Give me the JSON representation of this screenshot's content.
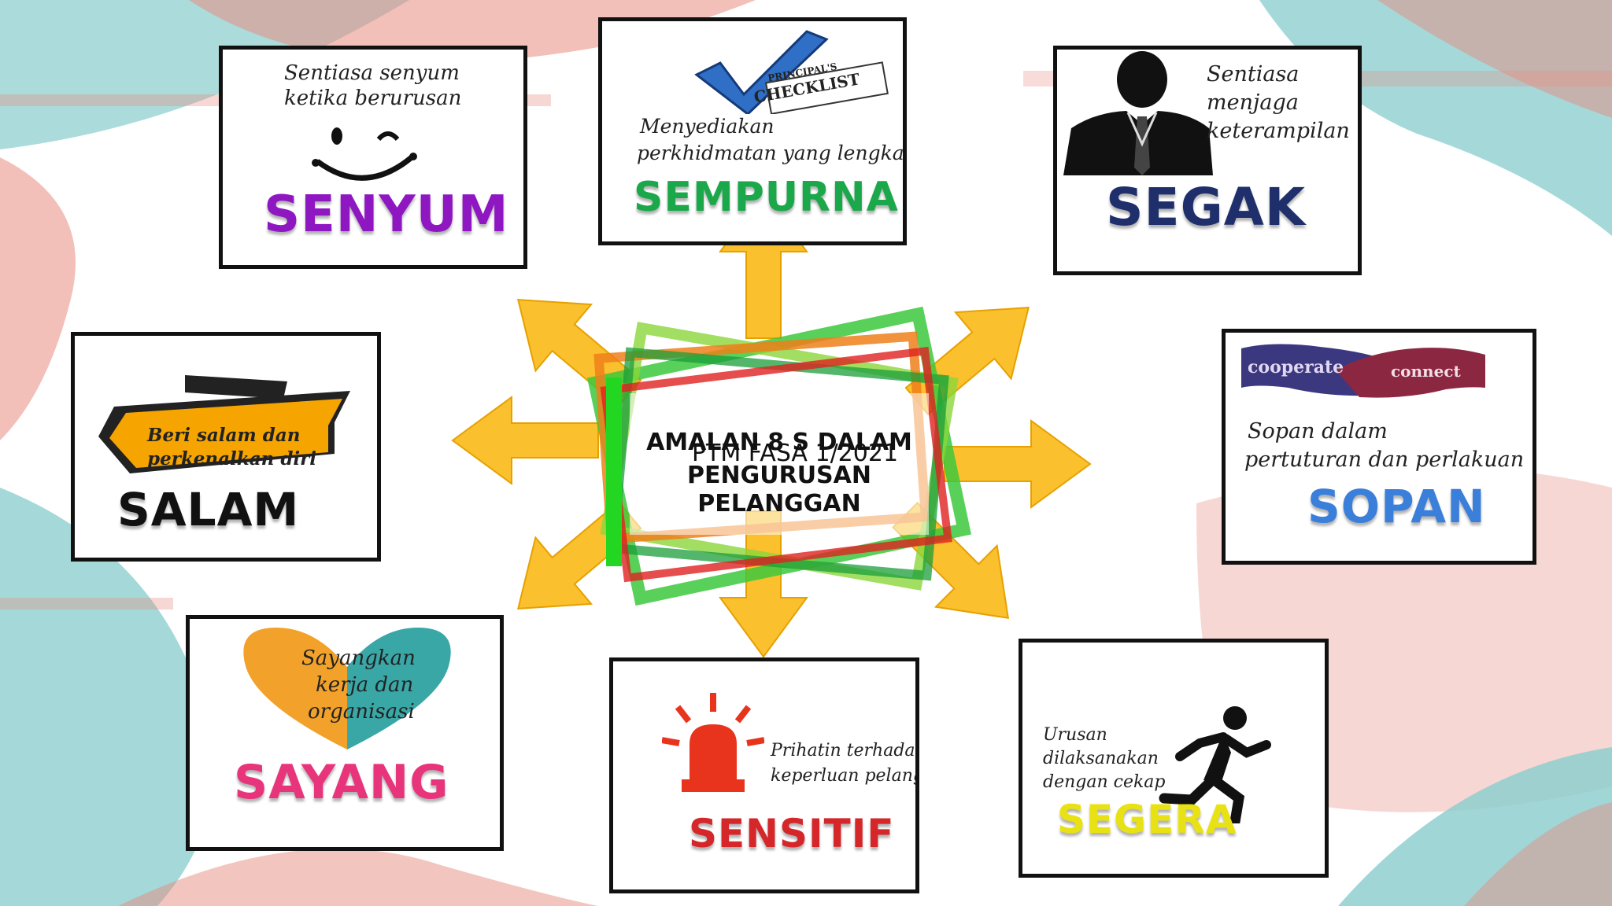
{
  "center": {
    "title_line1": "AMALAN 8 S DALAM",
    "title_line2": "PENGURUSAN",
    "title_line3": "PELANGGAN",
    "overlay": "PTM FASA 1/2021"
  },
  "cards": {
    "senyum": {
      "word": "SENYUM",
      "desc_1": "Sentiasa senyum",
      "desc_2": "ketika berurusan",
      "color": "#8e17c2"
    },
    "sempurna": {
      "word": "SEMPURNA",
      "badge_1": "PRINCIPAL'S",
      "badge_2": "CHECKLIST",
      "desc_1": "Menyediakan",
      "desc_2": "perkhidmatan yang lengkap",
      "color": "#1aa84a"
    },
    "segak": {
      "word": "SEGAK",
      "desc_1": "Sentiasa",
      "desc_2": "menjaga",
      "desc_3": "keterampilan",
      "color": "#1f2f6b"
    },
    "salam": {
      "word": "SALAM",
      "desc_1": "Beri salam dan",
      "desc_2": "perkenalkan diri",
      "color": "#111111",
      "accent": "#f6a400"
    },
    "sopan": {
      "word": "SOPAN",
      "hand_1": "cooperate",
      "hand_2": "connect",
      "desc_1": "Sopan dalam",
      "desc_2": "pertuturan dan perlakuan",
      "color": "#3a7fd9"
    },
    "sayang": {
      "word": "SAYANG",
      "desc_1": "Sayangkan",
      "desc_2": "kerja dan",
      "desc_3": "organisasi",
      "color": "#e8347a"
    },
    "sensitif": {
      "word": "SENSITIF",
      "desc_1": "Prihatin terhadap",
      "desc_2": "keperluan pelanggan",
      "color": "#d5262a"
    },
    "segera": {
      "word": "SEGERA",
      "desc_1": "Urusan",
      "desc_2": "dilaksanakan",
      "desc_3": "dengan cekap",
      "color": "#e8e214"
    }
  },
  "icons": [
    "smiley-icon",
    "checkmark-icon",
    "businessman-icon",
    "ribbon-icon",
    "handshake-icon",
    "heart-hands-icon",
    "siren-icon",
    "running-man-icon"
  ],
  "colors": {
    "arrow": "#fbc02d",
    "bg_red": "#e88c80",
    "bg_teal": "#8fcfcf"
  }
}
